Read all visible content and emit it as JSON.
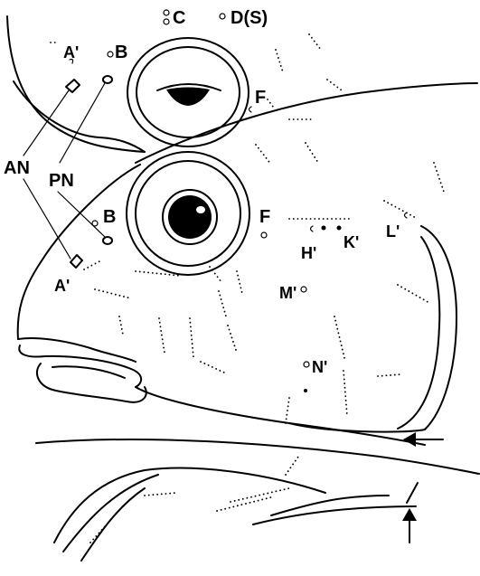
{
  "labels": {
    "C": "C",
    "D": "D(S)",
    "A_top": "A'",
    "B_top": "B",
    "F_top": "F",
    "AN": "AN",
    "PN": "PN",
    "B": "B",
    "F": "F",
    "A": "A'",
    "H": "H'",
    "K": "K'",
    "L": "L'",
    "M": "M'",
    "N": "N'"
  }
}
